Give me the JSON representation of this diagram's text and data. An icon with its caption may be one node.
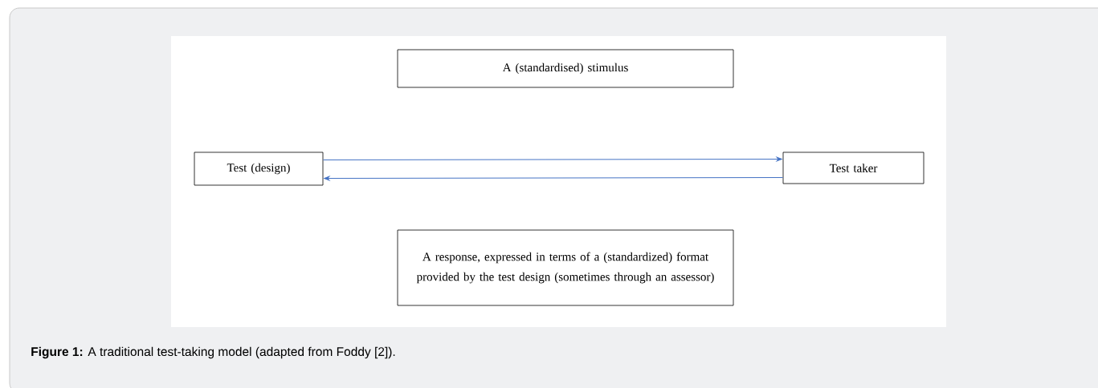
{
  "diagram": {
    "caption": "**Figure 1:** A traditional test-taking model (adapted from Foddy [2]).",
    "nodes": [
      {
        "text": [
          "A (standardised) stimulus"
        ]
      },
      {
        "text": [
          "Test (design)"
        ]
      },
      {
        "text": [
          "Test taker"
        ]
      },
      {
        "text": [
          "A response, expressed in terms of a (standardized) format provided by the test design (sometimes through an assessor)"
        ]
      }
    ],
    "edges": [
      {
        "from": 1,
        "to": 2,
        "arrow": "to"
      },
      {
        "from": 2,
        "to": 1,
        "arrow": "to"
      }
    ]
  }
}
